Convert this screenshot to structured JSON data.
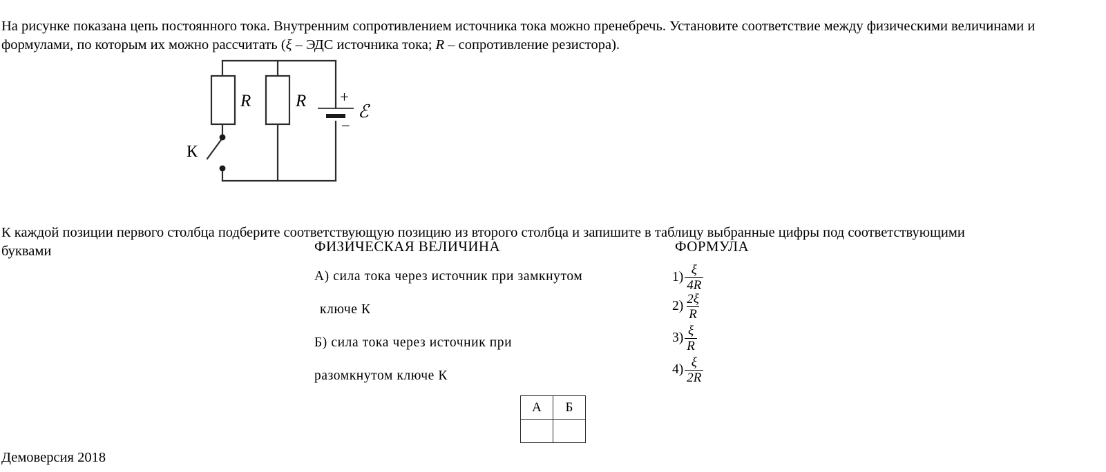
{
  "intro": {
    "sentence_1": "На рисунке показана цепь постоянного тока. Внутренним сопротивлением источника тока можно пренебречь. Установите соответствие между физическими величинами и формулами, по которым их можно рассчитать (",
    "emf_symbol": "ξ",
    "sentence_2": " – ЭДС источника тока; ",
    "resistance_symbol": "R",
    "sentence_3": " – сопротивление резистора)."
  },
  "circuit": {
    "resistor_left_label": "R",
    "resistor_right_label": "R",
    "switch_label": "К",
    "battery_plus": "+",
    "battery_minus": "−",
    "emf_label": "ℰ"
  },
  "instruction": {
    "text": "К каждой позиции первого столбца подберите соответствующую позицию из второго столбца и запишите в таблицу выбранные цифры под соответствующими буквами"
  },
  "match": {
    "heading_quantity": "ФИЗИЧЕСКАЯ ВЕЛИЧИНА",
    "heading_formula": "ФОРМУЛА",
    "quantities": [
      {
        "line1": "А)  сила тока через источник при замкнутом",
        "line2": "ключе К"
      },
      {
        "line1": "Б)  сила тока через источник при",
        "line2": "разомкнутом ключе К"
      }
    ],
    "formulas": [
      {
        "number": "1)",
        "numerator": "ξ",
        "denominator": "4R"
      },
      {
        "number": "2)",
        "numerator": "2ξ",
        "denominator": "R"
      },
      {
        "number": "3)",
        "numerator": "ξ",
        "denominator": "R"
      },
      {
        "number": "4)",
        "numerator": "ξ",
        "denominator": "2R"
      }
    ]
  },
  "answer_table": {
    "headers": [
      "А",
      "Б"
    ],
    "values": [
      "",
      ""
    ]
  },
  "footer": {
    "text": "Демоверсия 2018"
  },
  "colors": {
    "ink": "#000000",
    "line": "#2b2b2b",
    "background": "#ffffff"
  }
}
